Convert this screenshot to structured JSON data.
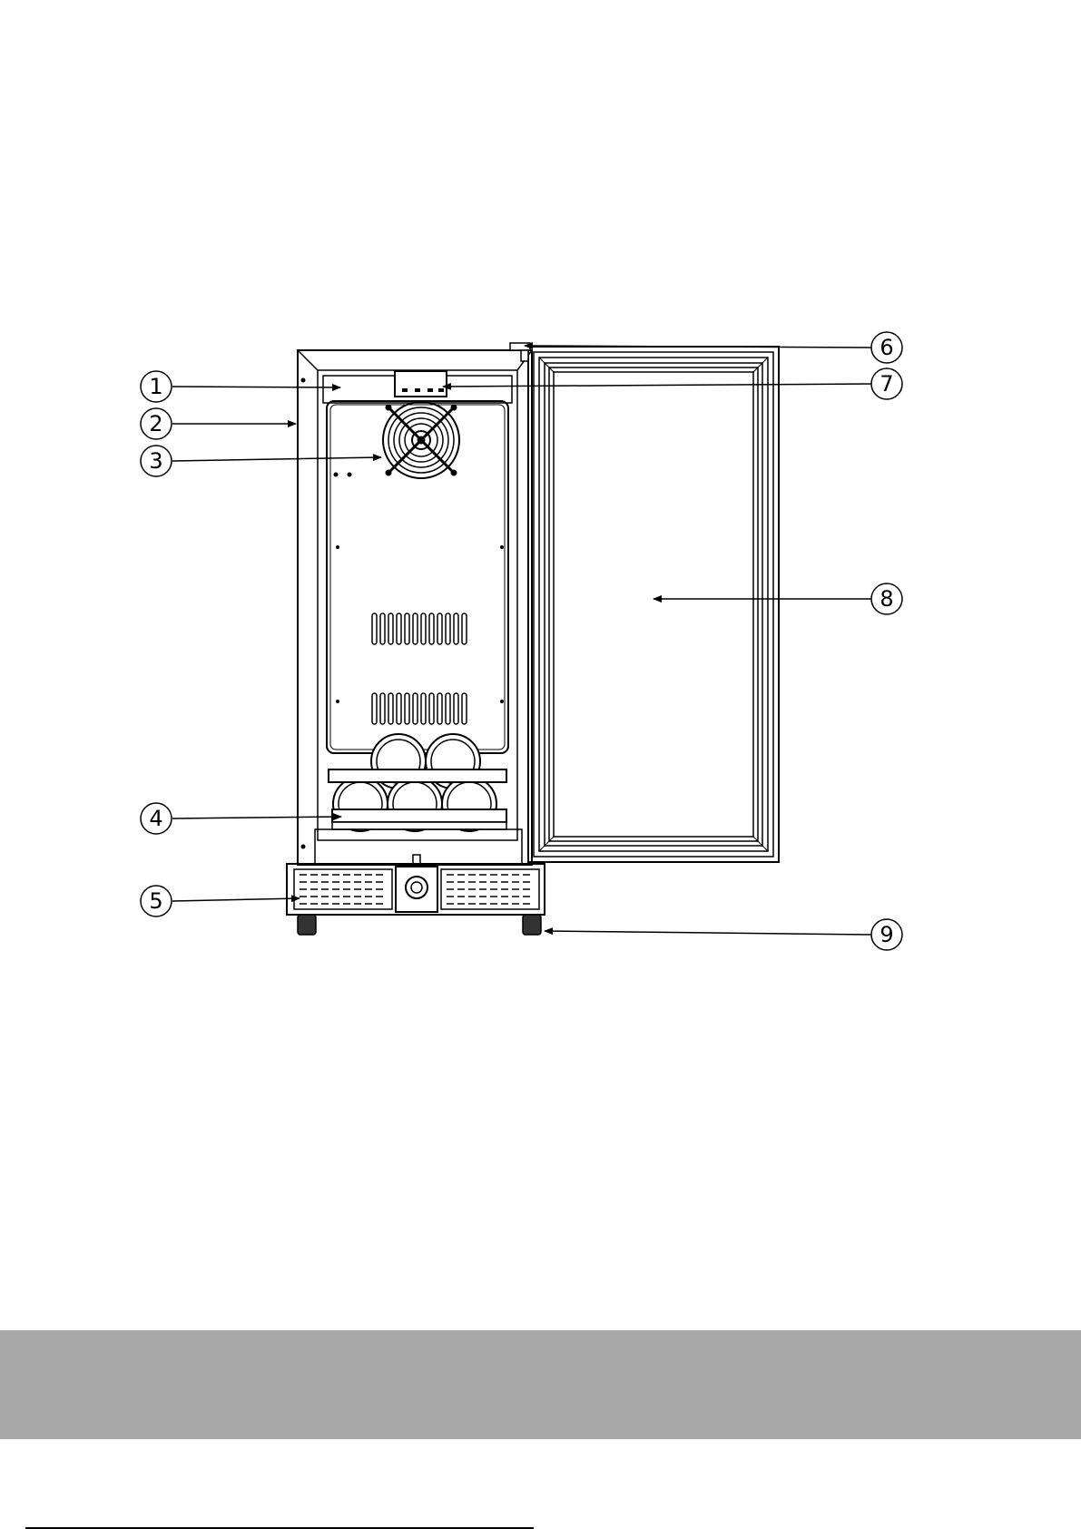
{
  "diagram": {
    "callouts": [
      {
        "id": "1",
        "label": "1"
      },
      {
        "id": "2",
        "label": "2"
      },
      {
        "id": "3",
        "label": "3"
      },
      {
        "id": "4",
        "label": "4"
      },
      {
        "id": "5",
        "label": "5"
      },
      {
        "id": "6",
        "label": "6"
      },
      {
        "id": "7",
        "label": "7"
      },
      {
        "id": "8",
        "label": "8"
      },
      {
        "id": "9",
        "label": "9"
      }
    ]
  },
  "colors": {
    "line": "#000000",
    "footer_band": "#a8a8a8",
    "background": "#ffffff"
  }
}
